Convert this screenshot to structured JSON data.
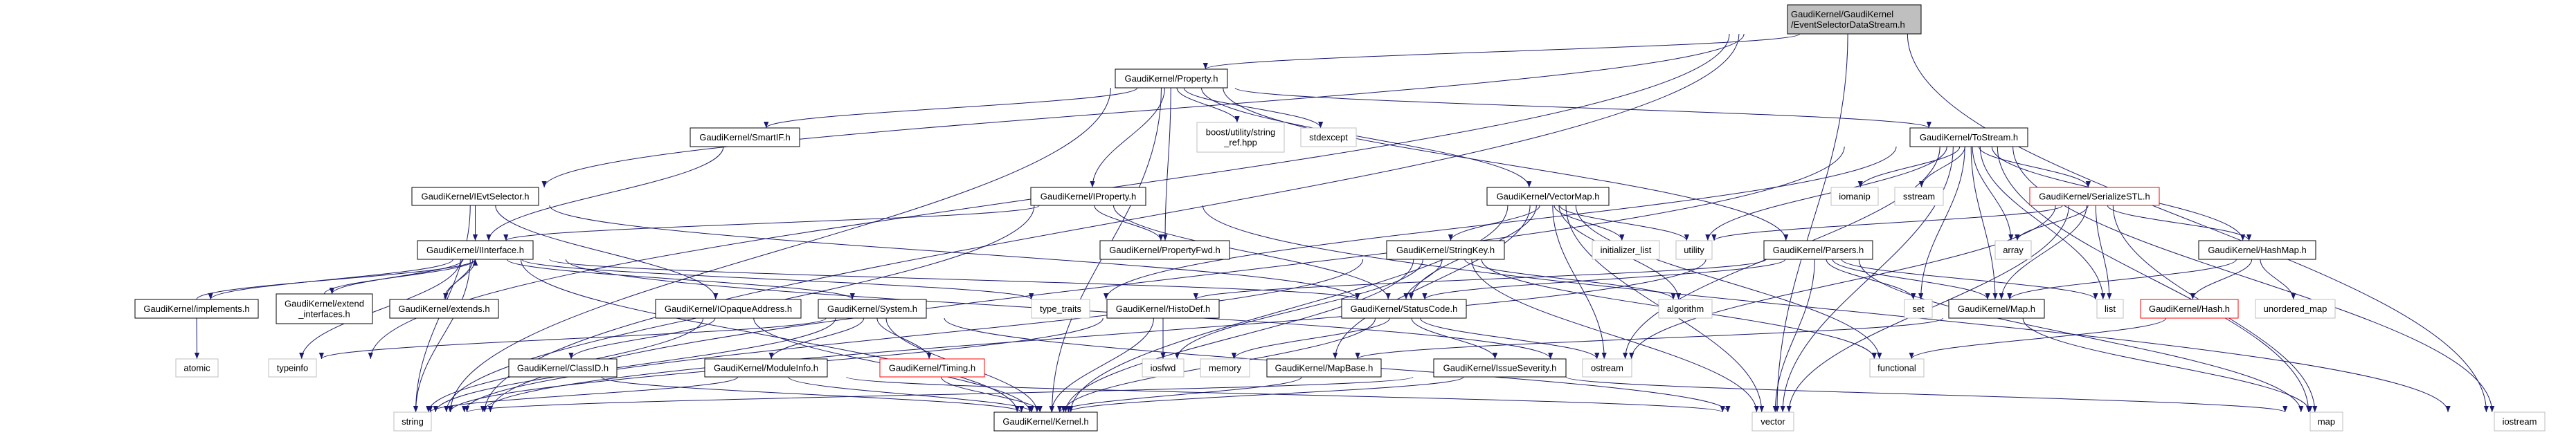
{
  "colors": {
    "edge": "#191970",
    "node_border": "#000000",
    "external_border": "#bfbfbf",
    "missing_border": "#ff0000",
    "root_fill": "#bfbfbf"
  },
  "nodes": [
    {
      "id": "root",
      "lines": [
        "GaudiKernel/GaudiKernel",
        "/EventSelectorDataStream.h"
      ],
      "kind": "root"
    },
    {
      "id": "property",
      "lines": [
        "GaudiKernel/Property.h"
      ],
      "kind": "doc"
    },
    {
      "id": "smartif",
      "lines": [
        "GaudiKernel/SmartIF.h"
      ],
      "kind": "doc"
    },
    {
      "id": "ievtselector",
      "lines": [
        "GaudiKernel/IEvtSelector.h"
      ],
      "kind": "doc"
    },
    {
      "id": "iproperty",
      "lines": [
        "GaudiKernel/IProperty.h"
      ],
      "kind": "doc"
    },
    {
      "id": "vectormap",
      "lines": [
        "GaudiKernel/VectorMap.h"
      ],
      "kind": "doc"
    },
    {
      "id": "tostream",
      "lines": [
        "GaudiKernel/ToStream.h"
      ],
      "kind": "doc"
    },
    {
      "id": "boost",
      "lines": [
        "boost/utility/string",
        "_ref.hpp"
      ],
      "kind": "ext"
    },
    {
      "id": "stdexcept",
      "lines": [
        "stdexcept"
      ],
      "kind": "ext"
    },
    {
      "id": "iomanip",
      "lines": [
        "iomanip"
      ],
      "kind": "ext"
    },
    {
      "id": "sstream",
      "lines": [
        "sstream"
      ],
      "kind": "ext"
    },
    {
      "id": "serializestl",
      "lines": [
        "GaudiKernel/SerializeSTL.h"
      ],
      "kind": "missing"
    },
    {
      "id": "iinterface",
      "lines": [
        "GaudiKernel/IInterface.h"
      ],
      "kind": "doc"
    },
    {
      "id": "propertyfwd",
      "lines": [
        "GaudiKernel/PropertyFwd.h"
      ],
      "kind": "doc"
    },
    {
      "id": "stringkey",
      "lines": [
        "GaudiKernel/StringKey.h"
      ],
      "kind": "doc"
    },
    {
      "id": "initializer_list",
      "lines": [
        "initializer_list"
      ],
      "kind": "ext"
    },
    {
      "id": "utility",
      "lines": [
        "utility"
      ],
      "kind": "ext"
    },
    {
      "id": "parsers",
      "lines": [
        "GaudiKernel/Parsers.h"
      ],
      "kind": "doc"
    },
    {
      "id": "array",
      "lines": [
        "array"
      ],
      "kind": "ext"
    },
    {
      "id": "hashmap",
      "lines": [
        "GaudiKernel/HashMap.h"
      ],
      "kind": "doc"
    },
    {
      "id": "implements",
      "lines": [
        "GaudiKernel/implements.h"
      ],
      "kind": "doc"
    },
    {
      "id": "extend_interfaces",
      "lines": [
        "GaudiKernel/extend",
        "_interfaces.h"
      ],
      "kind": "doc"
    },
    {
      "id": "extends",
      "lines": [
        "GaudiKernel/extends.h"
      ],
      "kind": "doc"
    },
    {
      "id": "iopaqueaddress",
      "lines": [
        "GaudiKernel/IOpaqueAddress.h"
      ],
      "kind": "doc"
    },
    {
      "id": "system",
      "lines": [
        "GaudiKernel/System.h"
      ],
      "kind": "doc"
    },
    {
      "id": "type_traits",
      "lines": [
        "type_traits"
      ],
      "kind": "ext"
    },
    {
      "id": "histodef",
      "lines": [
        "GaudiKernel/HistoDef.h"
      ],
      "kind": "doc"
    },
    {
      "id": "statuscode",
      "lines": [
        "GaudiKernel/StatusCode.h"
      ],
      "kind": "doc"
    },
    {
      "id": "algorithm",
      "lines": [
        "algorithm"
      ],
      "kind": "ext"
    },
    {
      "id": "set",
      "lines": [
        "set"
      ],
      "kind": "ext"
    },
    {
      "id": "map_h",
      "lines": [
        "GaudiKernel/Map.h"
      ],
      "kind": "doc"
    },
    {
      "id": "list",
      "lines": [
        "list"
      ],
      "kind": "ext"
    },
    {
      "id": "hash",
      "lines": [
        "GaudiKernel/Hash.h"
      ],
      "kind": "missing"
    },
    {
      "id": "unordered_map",
      "lines": [
        "unordered_map"
      ],
      "kind": "ext"
    },
    {
      "id": "atomic",
      "lines": [
        "atomic"
      ],
      "kind": "ext"
    },
    {
      "id": "typeinfo",
      "lines": [
        "typeinfo"
      ],
      "kind": "ext"
    },
    {
      "id": "classid",
      "lines": [
        "GaudiKernel/ClassID.h"
      ],
      "kind": "doc"
    },
    {
      "id": "moduleinfo",
      "lines": [
        "GaudiKernel/ModuleInfo.h"
      ],
      "kind": "doc"
    },
    {
      "id": "timing",
      "lines": [
        "GaudiKernel/Timing.h"
      ],
      "kind": "missing"
    },
    {
      "id": "iosfwd",
      "lines": [
        "iosfwd"
      ],
      "kind": "ext"
    },
    {
      "id": "memory",
      "lines": [
        "memory"
      ],
      "kind": "ext"
    },
    {
      "id": "mapbase",
      "lines": [
        "GaudiKernel/MapBase.h"
      ],
      "kind": "doc"
    },
    {
      "id": "issueseverity",
      "lines": [
        "GaudiKernel/IssueSeverity.h"
      ],
      "kind": "doc"
    },
    {
      "id": "ostream",
      "lines": [
        "ostream"
      ],
      "kind": "ext"
    },
    {
      "id": "functional",
      "lines": [
        "functional"
      ],
      "kind": "ext"
    },
    {
      "id": "string",
      "lines": [
        "string"
      ],
      "kind": "ext"
    },
    {
      "id": "kernel",
      "lines": [
        "GaudiKernel/Kernel.h"
      ],
      "kind": "doc"
    },
    {
      "id": "vector",
      "lines": [
        "vector"
      ],
      "kind": "ext"
    },
    {
      "id": "map",
      "lines": [
        "map"
      ],
      "kind": "ext"
    },
    {
      "id": "iostream",
      "lines": [
        "iostream"
      ],
      "kind": "ext"
    }
  ],
  "edges": [
    [
      "root",
      "property"
    ],
    [
      "root",
      "ievtselector"
    ],
    [
      "root",
      "string"
    ],
    [
      "root",
      "typeinfo"
    ],
    [
      "root",
      "vector"
    ],
    [
      "root",
      "iostream"
    ],
    [
      "property",
      "smartif"
    ],
    [
      "property",
      "iproperty"
    ],
    [
      "property",
      "propertyfwd"
    ],
    [
      "property",
      "kernel"
    ],
    [
      "property",
      "boost"
    ],
    [
      "property",
      "stdexcept"
    ],
    [
      "property",
      "tostream"
    ],
    [
      "property",
      "vectormap"
    ],
    [
      "property",
      "parsers"
    ],
    [
      "property",
      "string"
    ],
    [
      "smartif",
      "iinterface"
    ],
    [
      "ievtselector",
      "iinterface"
    ],
    [
      "ievtselector",
      "iopaqueaddress"
    ],
    [
      "ievtselector",
      "statuscode"
    ],
    [
      "ievtselector",
      "string"
    ],
    [
      "iproperty",
      "propertyfwd"
    ],
    [
      "iproperty",
      "iinterface"
    ],
    [
      "iproperty",
      "statuscode"
    ],
    [
      "iproperty",
      "string"
    ],
    [
      "iproperty",
      "iostream"
    ],
    [
      "iinterface",
      "implements"
    ],
    [
      "iinterface",
      "extend_interfaces"
    ],
    [
      "iinterface",
      "extends"
    ],
    [
      "iinterface",
      "system"
    ],
    [
      "iinterface",
      "kernel"
    ],
    [
      "iinterface",
      "statuscode"
    ],
    [
      "iinterface",
      "string"
    ],
    [
      "iinterface",
      "type_traits"
    ],
    [
      "iinterface",
      "typeinfo"
    ],
    [
      "iinterface",
      "ostream"
    ],
    [
      "implements",
      "iinterface"
    ],
    [
      "implements",
      "atomic"
    ],
    [
      "extend_interfaces",
      "iinterface"
    ],
    [
      "extends",
      "iinterface"
    ],
    [
      "iopaqueaddress",
      "classid"
    ],
    [
      "iopaqueaddress",
      "kernel"
    ],
    [
      "iopaqueaddress",
      "string"
    ],
    [
      "system",
      "timing"
    ],
    [
      "system",
      "moduleinfo"
    ],
    [
      "system",
      "kernel"
    ],
    [
      "system",
      "string"
    ],
    [
      "system",
      "typeinfo"
    ],
    [
      "system",
      "vector"
    ],
    [
      "moduleinfo",
      "kernel"
    ],
    [
      "moduleinfo",
      "string"
    ],
    [
      "moduleinfo",
      "vector"
    ],
    [
      "classid",
      "kernel"
    ],
    [
      "timing",
      "kernel"
    ],
    [
      "vectormap",
      "stringkey"
    ],
    [
      "vectormap",
      "statuscode"
    ],
    [
      "vectormap",
      "mapbase"
    ],
    [
      "vectormap",
      "initializer_list"
    ],
    [
      "vectormap",
      "utility"
    ],
    [
      "vectormap",
      "algorithm"
    ],
    [
      "vectormap",
      "functional"
    ],
    [
      "vectormap",
      "vector"
    ],
    [
      "vectormap",
      "ostream"
    ],
    [
      "vectormap",
      "kernel"
    ],
    [
      "stringkey",
      "statuscode"
    ],
    [
      "stringkey",
      "kernel"
    ],
    [
      "stringkey",
      "iosfwd"
    ],
    [
      "stringkey",
      "string"
    ],
    [
      "stringkey",
      "algorithm"
    ],
    [
      "stringkey",
      "functional"
    ],
    [
      "stringkey",
      "vector"
    ],
    [
      "statuscode",
      "kernel"
    ],
    [
      "statuscode",
      "issueseverity"
    ],
    [
      "statuscode",
      "memory"
    ],
    [
      "statuscode",
      "ostream"
    ],
    [
      "issueseverity",
      "kernel"
    ],
    [
      "issueseverity",
      "map"
    ],
    [
      "issueseverity",
      "string"
    ],
    [
      "mapbase",
      "kernel"
    ],
    [
      "histodef",
      "kernel"
    ],
    [
      "histodef",
      "iosfwd"
    ],
    [
      "histodef",
      "string"
    ],
    [
      "parsers",
      "statuscode"
    ],
    [
      "parsers",
      "histodef"
    ],
    [
      "parsers",
      "map_h"
    ],
    [
      "parsers",
      "set"
    ],
    [
      "parsers",
      "list"
    ],
    [
      "parsers",
      "map"
    ],
    [
      "parsers",
      "vector"
    ],
    [
      "parsers",
      "string"
    ],
    [
      "tostream",
      "iomanip"
    ],
    [
      "tostream",
      "sstream"
    ],
    [
      "tostream",
      "serializestl"
    ],
    [
      "tostream",
      "array"
    ],
    [
      "tostream",
      "map_h"
    ],
    [
      "tostream",
      "hashmap"
    ],
    [
      "tostream",
      "list"
    ],
    [
      "tostream",
      "map"
    ],
    [
      "tostream",
      "vector"
    ],
    [
      "tostream",
      "iostream"
    ],
    [
      "tostream",
      "type_traits"
    ],
    [
      "tostream",
      "utility"
    ],
    [
      "tostream",
      "set"
    ],
    [
      "tostream",
      "ostream"
    ],
    [
      "tostream",
      "string"
    ],
    [
      "serializestl",
      "array"
    ],
    [
      "serializestl",
      "utility"
    ],
    [
      "serializestl",
      "list"
    ],
    [
      "serializestl",
      "map_h"
    ],
    [
      "serializestl",
      "hashmap"
    ],
    [
      "serializestl",
      "vector"
    ],
    [
      "serializestl",
      "map"
    ],
    [
      "serializestl",
      "ostream"
    ],
    [
      "hashmap",
      "map_h"
    ],
    [
      "hashmap",
      "hash"
    ],
    [
      "hashmap",
      "unordered_map"
    ],
    [
      "map_h",
      "mapbase"
    ],
    [
      "map_h",
      "map"
    ],
    [
      "hash",
      "functional"
    ]
  ]
}
